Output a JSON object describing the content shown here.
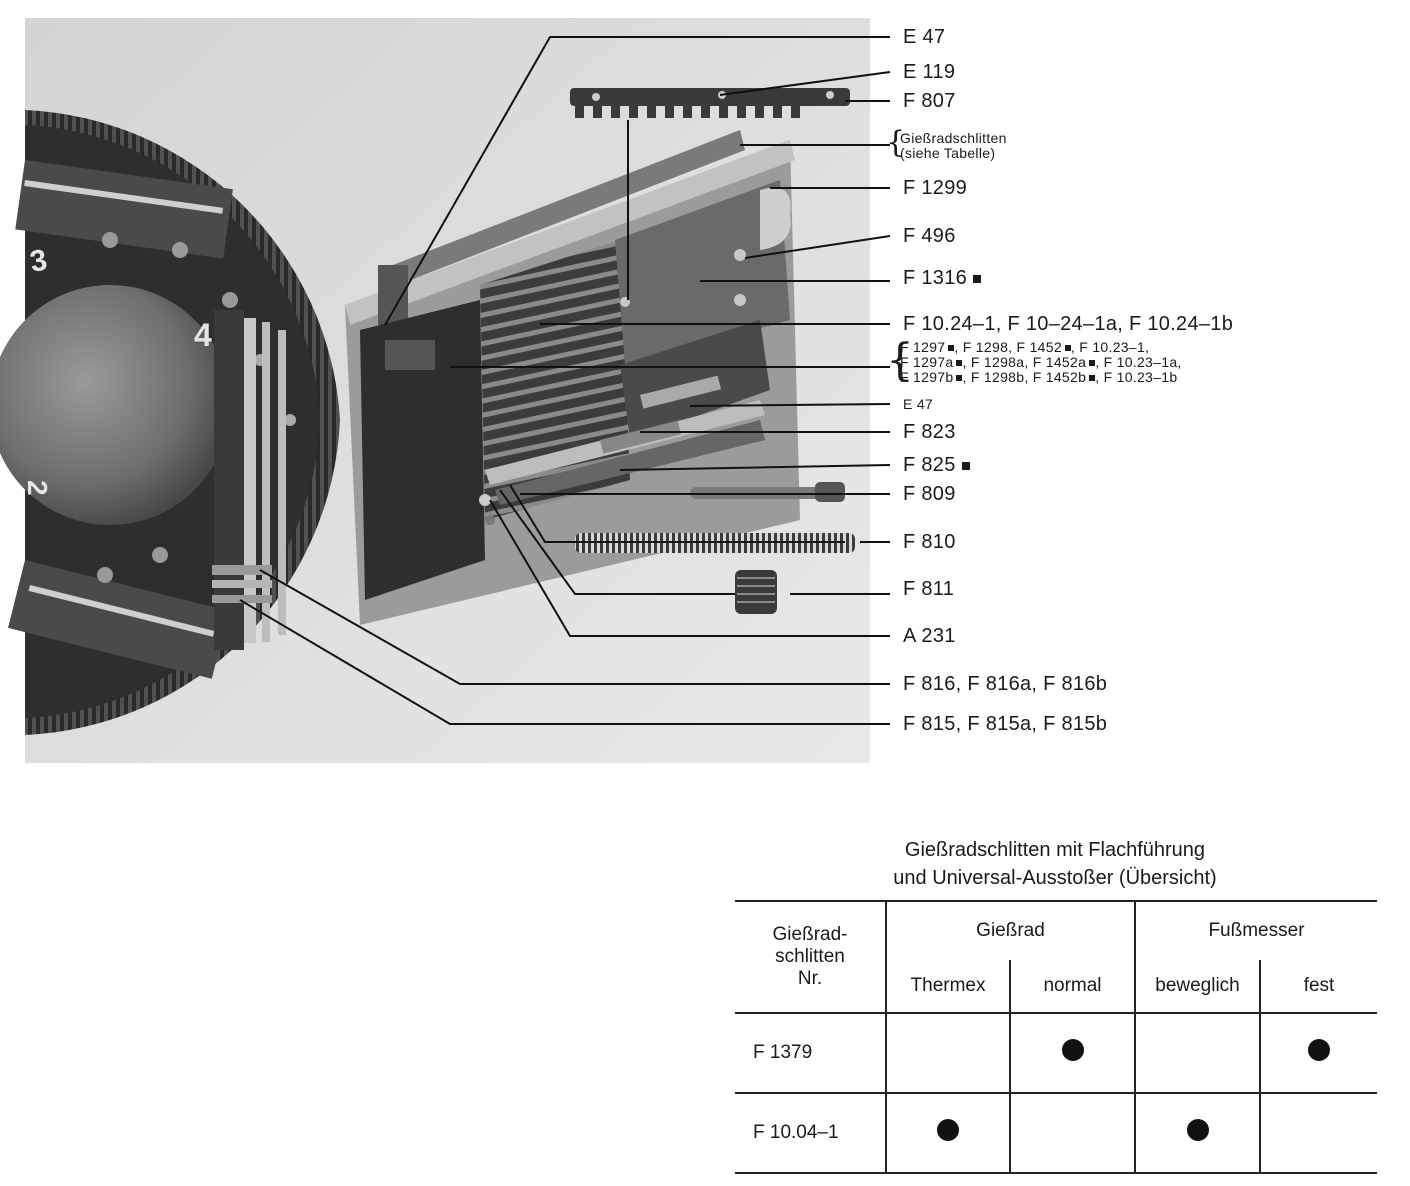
{
  "callouts": [
    {
      "text": "E 47"
    },
    {
      "text": "E 119"
    },
    {
      "text": "F 807"
    },
    {
      "text": "F 1299"
    },
    {
      "text": "F 496"
    },
    {
      "text": "F 1316",
      "marker": true
    },
    {
      "text": "F 10.24–1, F 10–24–1a, F 10.24–1b"
    },
    {
      "text": "E 47"
    },
    {
      "text": "F 823"
    },
    {
      "text": "F 825",
      "marker": true
    },
    {
      "text": "F 809"
    },
    {
      "text": "F 810"
    },
    {
      "text": "F 811"
    },
    {
      "text": "A 231"
    },
    {
      "text": "F 816, F 816a, F 816b"
    },
    {
      "text": "F 815, F 815a, F 815b"
    }
  ],
  "slide_note": {
    "line1": "Gießradschlitten",
    "line2": "(siehe Tabelle)"
  },
  "group_lines": {
    "l1": {
      "a": "F 1297",
      "b": ", F 1298, F 1452",
      "c": ", F 10.23–1,"
    },
    "l2": {
      "a": "F 1297a",
      "b": ", F 1298a, F 1452a",
      "c": ", F 10.23–1a,"
    },
    "l3": {
      "a": "F 1297b",
      "b": ", F 1298b, F 1452b",
      "c": ", F 10.23–1b"
    }
  },
  "photo_digits": {
    "d3": "3",
    "d4": "4",
    "d2": "2"
  },
  "table": {
    "title_line1": "Gießradschlitten mit Flachführung",
    "title_line2": "und Universal-Ausstoßer (Übersicht)",
    "col_nr": {
      "l1": "Gießrad-",
      "l2": "schlitten",
      "l3": "Nr."
    },
    "group_giessrad": "Gießrad",
    "group_fussmesser": "Fußmesser",
    "sub": [
      "Thermex",
      "normal",
      "beweglich",
      "fest"
    ],
    "rows": [
      {
        "nr": "F 1379",
        "marks": [
          false,
          true,
          false,
          true
        ]
      },
      {
        "nr": "F 10.04–1",
        "marks": [
          true,
          false,
          true,
          false
        ]
      }
    ]
  }
}
